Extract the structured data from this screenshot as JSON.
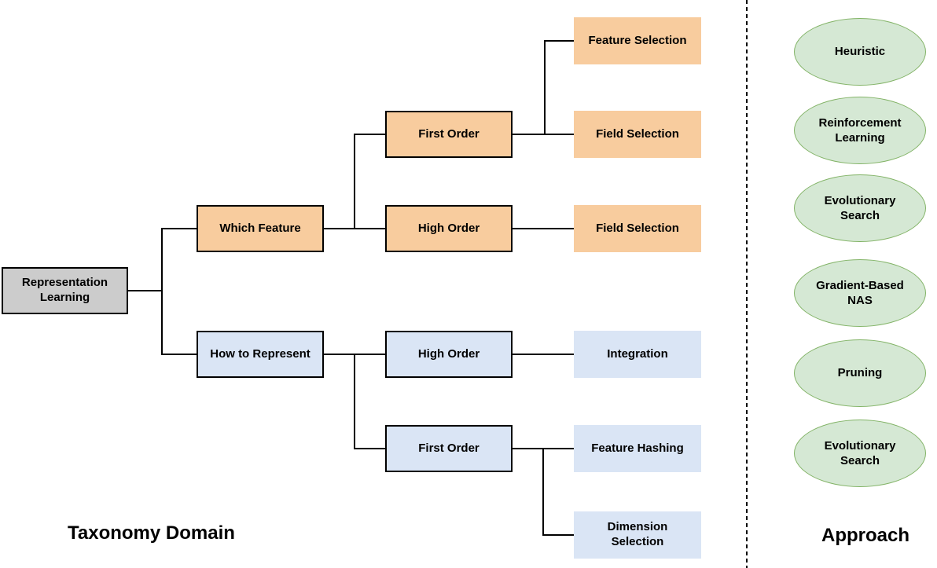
{
  "diagram": {
    "left_section_label": "Taxonomy Domain",
    "right_section_label": "Approach"
  },
  "colors": {
    "root_fill": "#cccccc",
    "which_feature_branch_fill": "#f8cc9e",
    "how_to_represent_branch_fill": "#dae5f5",
    "approach_fill": "#d5e8d4",
    "approach_border": "#82b366",
    "line_color": "#000000"
  },
  "nodes": {
    "rep_learning": {
      "label": "Representation Learning",
      "group": "root"
    },
    "which_feature": {
      "label": "Which Feature",
      "group": "orange"
    },
    "how_to_represent": {
      "label": "How to Represent",
      "group": "blue"
    },
    "first_order_wf": {
      "label": "First Order",
      "group": "orange"
    },
    "high_order_wf": {
      "label": "High Order",
      "group": "orange"
    },
    "feature_selection": {
      "label": "Feature Selection",
      "group": "orange"
    },
    "field_selection_1": {
      "label": "Field Selection",
      "group": "orange"
    },
    "field_selection_2": {
      "label": "Field Selection",
      "group": "orange"
    },
    "high_order_hr": {
      "label": "High Order",
      "group": "blue"
    },
    "first_order_hr": {
      "label": "First Order",
      "group": "blue"
    },
    "integration": {
      "label": "Integration",
      "group": "blue"
    },
    "feature_hashing": {
      "label": "Feature Hashing",
      "group": "blue"
    },
    "dimension_selection": {
      "label": "Dimension Selection",
      "group": "blue"
    }
  },
  "edges": [
    {
      "from": "rep_learning",
      "to": "which_feature"
    },
    {
      "from": "rep_learning",
      "to": "how_to_represent"
    },
    {
      "from": "which_feature",
      "to": "first_order_wf"
    },
    {
      "from": "which_feature",
      "to": "high_order_wf"
    },
    {
      "from": "first_order_wf",
      "to": "feature_selection"
    },
    {
      "from": "first_order_wf",
      "to": "field_selection_1"
    },
    {
      "from": "high_order_wf",
      "to": "field_selection_2"
    },
    {
      "from": "how_to_represent",
      "to": "high_order_hr"
    },
    {
      "from": "how_to_represent",
      "to": "first_order_hr"
    },
    {
      "from": "high_order_hr",
      "to": "integration"
    },
    {
      "from": "first_order_hr",
      "to": "feature_hashing"
    },
    {
      "from": "first_order_hr",
      "to": "dimension_selection"
    }
  ],
  "approaches": [
    {
      "label": "Heuristic"
    },
    {
      "label": "Reinforcement Learning"
    },
    {
      "label": "Evolutionary Search"
    },
    {
      "label": "Gradient-Based NAS"
    },
    {
      "label": "Pruning"
    },
    {
      "label": "Evolutionary Search"
    }
  ]
}
